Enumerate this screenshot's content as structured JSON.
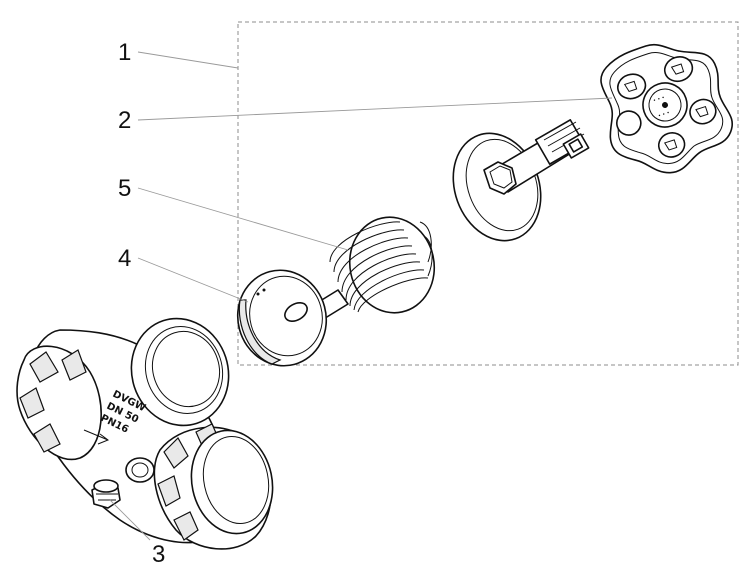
{
  "callouts": [
    {
      "id": "1",
      "label": "1"
    },
    {
      "id": "2",
      "label": "2"
    },
    {
      "id": "3",
      "label": "3"
    },
    {
      "id": "4",
      "label": "4"
    },
    {
      "id": "5",
      "label": "5"
    }
  ],
  "body_markings": [
    "DVGW",
    "DN 50",
    "PN16"
  ],
  "colors": {
    "ink": "#111111",
    "leader": "#9a9a9a",
    "box": "#8c8c8c",
    "fill": "#ffffff"
  }
}
